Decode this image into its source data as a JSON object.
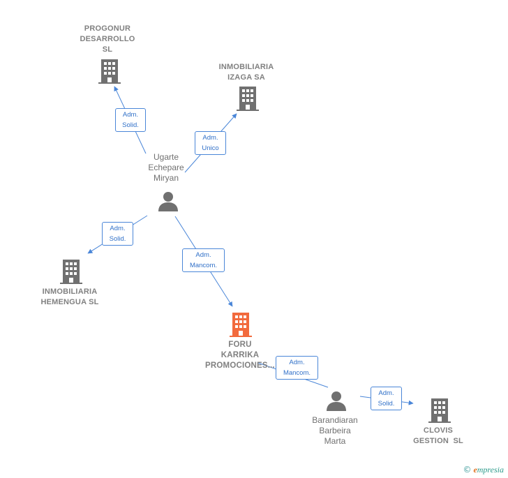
{
  "nodes": {
    "progonur": [
      "PROGONUR",
      "DESARROLLO",
      "SL"
    ],
    "izaga": [
      "INMOBILIARIA",
      "IZAGA SA"
    ],
    "ugarte": [
      "Ugarte",
      "Echepare",
      "Miryan"
    ],
    "hemengua": [
      "INMOBILIARIA",
      "HEMENGUA SL"
    ],
    "foru": [
      "FORU",
      "KARRIKA",
      "PROMOCIONES..."
    ],
    "barandiaran": [
      "Barandiaran",
      "Barbeira",
      "Marta"
    ],
    "clovis": [
      "CLOVIS",
      "GESTION  SL"
    ]
  },
  "edges": {
    "e1": [
      "Adm.",
      "Solid."
    ],
    "e2": [
      "Adm.",
      "Unico"
    ],
    "e3": [
      "Adm.",
      "Solid."
    ],
    "e4": [
      "Adm.",
      "Mancom."
    ],
    "e5": [
      "Adm.",
      "Mancom."
    ],
    "e6": [
      "Adm.",
      "Solid."
    ]
  },
  "footer": {
    "copyright": "©",
    "brand_first": "e",
    "brand_rest": "mpresia"
  },
  "colors": {
    "company": "#707070",
    "main_company": "#f26a3d",
    "edge": "#4a86d8",
    "person": "#707070"
  },
  "icons": {
    "company": "building-icon",
    "person": "person-icon"
  }
}
